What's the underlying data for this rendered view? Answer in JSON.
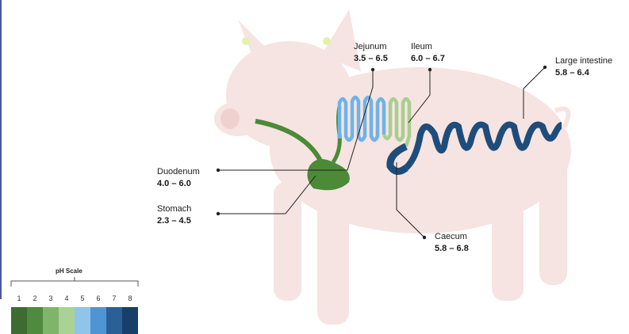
{
  "labels": {
    "jejunum": {
      "name": "Jejunum",
      "range": "3.5 – 6.5"
    },
    "ileum": {
      "name": "Ileum",
      "range": "6.0 – 6.7"
    },
    "large_intestine": {
      "name": "Large intestine",
      "range": "5.8 – 6.4"
    },
    "duodenum": {
      "name": "Duodenum",
      "range": "4.0 – 6.0"
    },
    "stomach": {
      "name": "Stomach",
      "range": "2.3 – 4.5"
    },
    "caecum": {
      "name": "Caecum",
      "range": "5.8 – 6.8"
    }
  },
  "ph_scale": {
    "title": "pH Scale",
    "values": [
      "1",
      "2",
      "3",
      "4",
      "5",
      "6",
      "7",
      "8"
    ],
    "colors": [
      "#3d6b30",
      "#4f8a3e",
      "#7fb56a",
      "#a9d394",
      "#8fc5ea",
      "#4f95d4",
      "#2a6096",
      "#16406a"
    ]
  },
  "colors": {
    "pig_body": "#f6e4e2",
    "stomach": "#4c8a38",
    "small_intestine_blue": "#6fb3e6",
    "ileum_green": "#a7cf8e",
    "large_intestine": "#1e4d7b"
  }
}
